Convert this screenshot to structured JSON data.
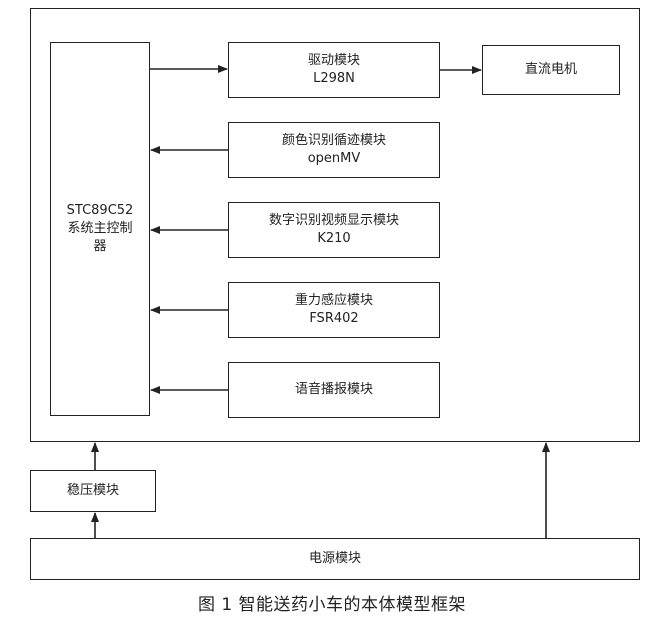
{
  "diagram": {
    "controller": {
      "line1": "STC89C52",
      "line2": "系统主控制",
      "line3": "器"
    },
    "modules": {
      "drive": {
        "name": "驱动模块",
        "part": "L298N"
      },
      "motor": {
        "name": "直流电机"
      },
      "color": {
        "name": "颜色识别循迹模块",
        "part": "openMV"
      },
      "digit": {
        "name": "数字识别视频显示模块",
        "part": "K210"
      },
      "weight": {
        "name": "重力感应模块",
        "part": "FSR402"
      },
      "voice": {
        "name": "语音播报模块"
      },
      "regulator": {
        "name": "稳压模块"
      },
      "power": {
        "name": "电源模块"
      }
    }
  },
  "caption": "图 1  智能送药小车的本体模型框架"
}
